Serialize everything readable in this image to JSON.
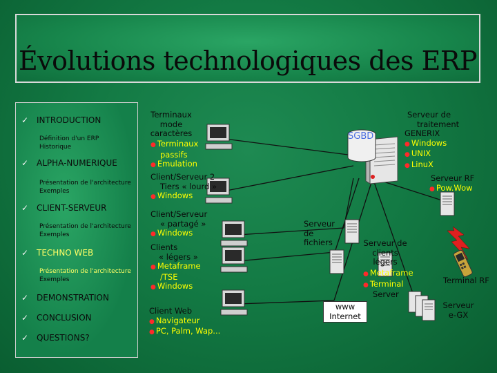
{
  "title": "Évolutions technologiques des ERP",
  "menu": {
    "items": [
      {
        "check": "✓",
        "label": "INTRODUCTION"
      },
      {
        "check": "✓",
        "label": "ALPHA-NUMERIQUE"
      },
      {
        "check": "✓",
        "label": "CLIENT-SERVEUR"
      },
      {
        "check": "✓",
        "label": "TECHNO WEB"
      },
      {
        "check": "✓",
        "label": "DEMONSTRATION"
      },
      {
        "check": "✓",
        "label": "CONCLUSION"
      },
      {
        "check": "✓",
        "label": "QUESTIONS?"
      }
    ],
    "subs": {
      "intro_1": "Définition d'un ERP",
      "intro_2": "Historique",
      "alpha_1": "Présentation de l'architecture",
      "alpha_2": "Exemples",
      "cs_1": "Présentation de l'architecture",
      "cs_2": "Exemples",
      "web_1": "Présentation de l'architecture",
      "web_2": "Exemples"
    }
  },
  "diagram": {
    "terminaux": {
      "l1": "Terminaux",
      "l2": "mode",
      "l3": "caractères",
      "b1": "Terminaux",
      "b1b": "passifs",
      "b2": "Emulation"
    },
    "client_lourd": {
      "l1": "Client/Serveur 2",
      "l2": "Tiers « lourd »",
      "b1": "Windows"
    },
    "client_partage": {
      "l1": "Client/Serveur",
      "l2": "« partagé »",
      "b1": "Windows"
    },
    "clients_legers": {
      "l1": "Clients",
      "l2": "« légers »",
      "b1": "Metaframe",
      "b1b": "/TSE",
      "b2": "Windows"
    },
    "client_web": {
      "l1": "Client Web",
      "b1": "Navigateur",
      "b2": "PC, Palm, Wap..."
    },
    "serveur_generix": {
      "l1": "Serveur de",
      "l2": "traitement",
      "l3": "GENERIX",
      "b1": "Windows",
      "b2": "UNIX",
      "b3": "LinuX"
    },
    "sgbd": "SGBD",
    "serveur_rf": {
      "l1": "Serveur RF",
      "b1": "Pow.Wow"
    },
    "serveur_fichiers": {
      "l1": "Serveur",
      "l2": "de",
      "l3": "fichiers"
    },
    "serveur_clients_legers": {
      "l1": "Serveur de",
      "l2": "clients",
      "l3": "légers",
      "b1": "Metaframe",
      "b2": "Terminal",
      "b2b": "Server"
    },
    "terminal_rf": "Terminal RF",
    "www": {
      "l1": "www",
      "l2": "Internet"
    },
    "serveur_egx": {
      "l1": "Serveur",
      "l2": "e-GX"
    }
  },
  "colors": {
    "background": "#137a44",
    "highlight": "#ffff00",
    "bullet": "#ff2a2a",
    "lightning": "#e02020"
  }
}
